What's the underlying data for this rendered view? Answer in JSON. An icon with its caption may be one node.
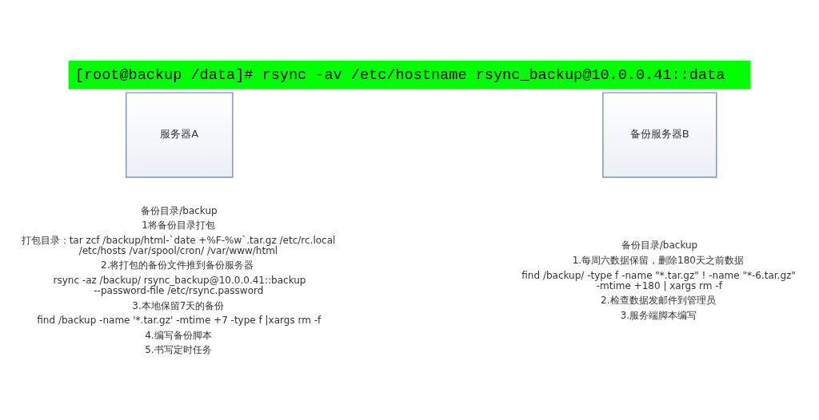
{
  "diagram": {
    "title": "[root@backup /data]# rsync -av /etc/hostname rsync_backup@10.0.0.41::data",
    "nodes": [
      {
        "text": [
          "服务器A"
        ],
        "beside": [
          "备份目录/backup",
          "1将备份目录打包",
          "打包目录：tar zcf /backup/html-`date +%F-%w`.tar.gz /etc/rc.local /etc/hosts /var/spool/cron/ /var/www/html",
          "2.将打包的备份文件推到备份服务器",
          "rsync -az /backup/ rsync_backup@10.0.0.41::backup --password-file /etc/rsync.password",
          "3.本地保留7天的备份",
          "find /backup -name '*.tar.gz' -mtime +7 -type f |xargs rm -f",
          "4.编写备份脚本",
          "5.书写定时任务"
        ]
      },
      {
        "text": [
          "备份服务器B"
        ],
        "beside": [
          "备份目录/backup",
          "1.每周六数据保留，删除180天之前数据",
          "find /backup/ -type f -name \"*.tar.gz\" ! -name \"*-6.tar.gz\" -mtime +180 | xargs rm -f",
          "2.检查数据发邮件到管理员",
          "3.服务端脚本编写"
        ]
      }
    ],
    "edges": []
  }
}
